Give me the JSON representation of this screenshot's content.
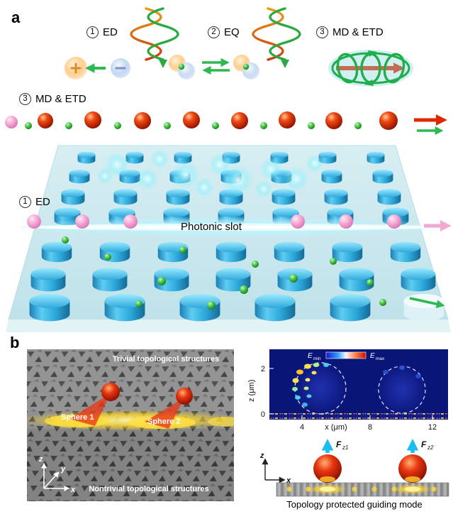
{
  "panel_a": {
    "label": "a",
    "legend": [
      {
        "num": "1",
        "text": "ED"
      },
      {
        "num": "2",
        "text": "EQ"
      },
      {
        "num": "3",
        "text": "MD & ETD"
      }
    ],
    "row_top": {
      "num": "3",
      "text": "MD & ETD"
    },
    "row_slot": {
      "num": "1",
      "text": "ED"
    },
    "slot_label": "Photonic slot"
  },
  "panel_b": {
    "label": "b",
    "lattice": {
      "top_label": "Trivial topological structures",
      "sphere1_label": "Sphere 1",
      "sphere2_label": "Sphere 2",
      "bottom_label": "Nontrivial topological structures",
      "axis_z": "z",
      "axis_y": "y",
      "axis_x": "x"
    },
    "field_map": {
      "legend_min_base": "E",
      "legend_min_sub": "min",
      "legend_max_base": "E",
      "legend_max_sub": "max",
      "ylabel": "z (μm)",
      "xlabel": "x (μm)",
      "yticks": [
        "2",
        "0"
      ],
      "xticks": [
        "4",
        "8",
        "12"
      ]
    },
    "forces": {
      "f1_base": "F",
      "f1_sub": "z1",
      "f2_base": "F",
      "f2_sub": "z2",
      "axis_z": "z",
      "axis_x": "x",
      "caption": "Topology protected guiding mode"
    }
  },
  "colors": {
    "pillar_blue": "#2ba6d8",
    "slab_cyan": "#cfeaf0",
    "sphere_red": "#e02800",
    "sphere_pink": "#f2a8d2",
    "particle_green": "#2db850",
    "slot_glow": "#bdf3fe",
    "map_background": "#0a1578",
    "force_arrow_cyan": "#19bdf0",
    "guiding_glow_yellow": "#ffd828"
  }
}
